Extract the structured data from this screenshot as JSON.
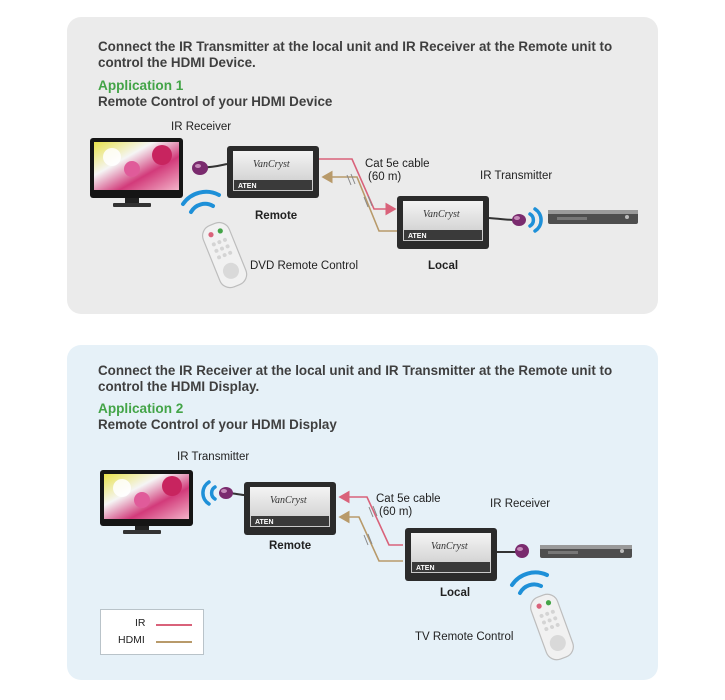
{
  "application_1": {
    "heading": "Connect the IR Transmitter at the local unit and IR Receiver at the Remote unit to control the HDMI Device.",
    "app_label": "Application 1",
    "subtitle": "Remote Control of your HDMI Device",
    "ir_receiver": "IR Receiver",
    "ir_transmitter": "IR Transmitter",
    "cable_line1": "Cat 5e cable",
    "cable_line2": "(60 m)",
    "remote": "Remote",
    "local": "Local",
    "controller": "DVD Remote Control"
  },
  "application_2": {
    "heading": "Connect the IR Receiver at the local unit and IR Transmitter at the Remote unit to control the HDMI Display.",
    "app_label": "Application 2",
    "subtitle": "Remote Control of your HDMI Display",
    "ir_transmitter": "IR Transmitter",
    "ir_receiver": "IR Receiver",
    "cable_line1": "Cat 5e cable",
    "cable_line2": "(60 m)",
    "remote": "Remote",
    "local": "Local",
    "controller": "TV Remote Control"
  },
  "unit_brand": "VanCryst",
  "unit_maker": "ATEN",
  "legend": {
    "ir": "IR",
    "hdmi": "HDMI"
  },
  "colors": {
    "ir": "#d9627a",
    "hdmi": "#b89a6a",
    "accent_green": "#43a447",
    "wave_blue": "#1e90d8",
    "emitter_purple": "#7a2b6e"
  }
}
